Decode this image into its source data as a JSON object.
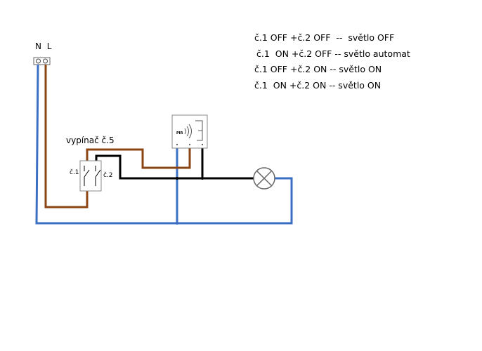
{
  "supply": {
    "label": "N L"
  },
  "switch": {
    "title": "vypínač č.5",
    "contact1": "č.1",
    "contact2": "č.2"
  },
  "sensor": {
    "label": "PIR"
  },
  "legend": [
    "č.1 OFF +č.2 OFF  --  světlo OFF",
    "č.1  ON +č.2 OFF -- světlo automat",
    "č.1 OFF +č.2 ON -- světlo ON",
    "č.1  ON +č.2 ON -- světlo ON"
  ],
  "colors": {
    "neutral_wire": "#3a6fc4",
    "live_wire": "#8b4513",
    "switched_wire": "#000000",
    "frame": "#888888"
  }
}
